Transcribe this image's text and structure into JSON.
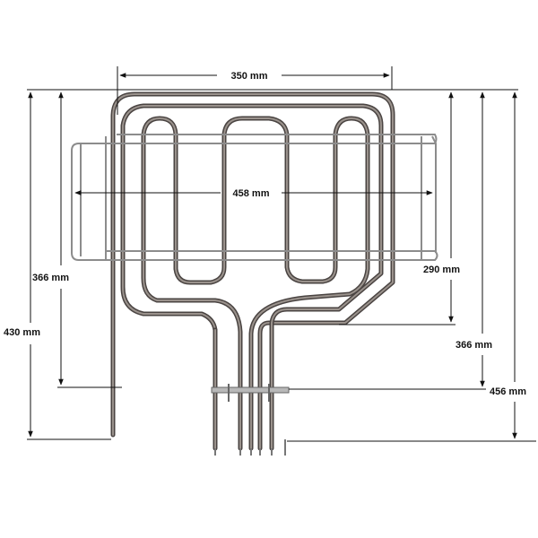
{
  "dimensions": {
    "width_350": "350 mm",
    "width_458": "458 mm",
    "height_290": "290 mm",
    "height_366_left": "366 mm",
    "height_366_right": "366 mm",
    "height_430": "430 mm",
    "height_456": "456 mm"
  },
  "colors": {
    "background": "#ffffff",
    "element_dark": "#4a4442",
    "element_light": "#9a928c",
    "rack": "#8c8c8c",
    "dimension_line": "#111111"
  }
}
